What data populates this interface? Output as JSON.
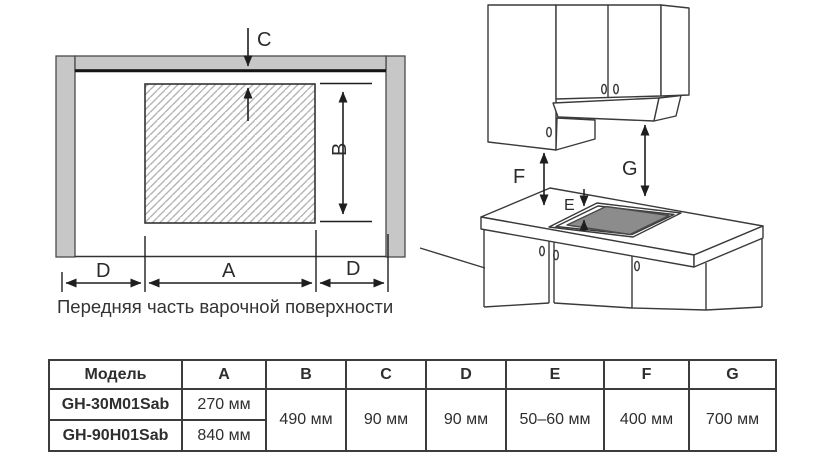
{
  "diagram_left": {
    "caption": "Передняя часть варочной поверхности",
    "labels": {
      "a": "A",
      "b": "B",
      "c": "C",
      "d_left": "D",
      "d_right": "D"
    }
  },
  "diagram_right": {
    "labels": {
      "e": "E",
      "f": "F",
      "g": "G"
    }
  },
  "dimensions_table": {
    "headers": {
      "model": "Модель",
      "a": "A",
      "b": "B",
      "c": "C",
      "d": "D",
      "e": "E",
      "f": "F",
      "g": "G"
    },
    "rows": [
      {
        "model": "GH-30M01Sab",
        "a": "270 мм"
      },
      {
        "model": "GH-90H01Sab",
        "a": "840 мм"
      }
    ],
    "shared_values": {
      "b": "490 мм",
      "c": "90 мм",
      "d": "90 мм",
      "e": "50–60 мм",
      "f": "400 мм",
      "g": "700 мм"
    }
  },
  "colors": {
    "line": "#3a3a3a",
    "wall_fill": "#c7c7c7",
    "wall_stroke": "#4a4a4a",
    "cooktop_fill": "#8c8c8c",
    "hatch_line": "#b3b3b3",
    "table_border": "#3c3c3c"
  }
}
